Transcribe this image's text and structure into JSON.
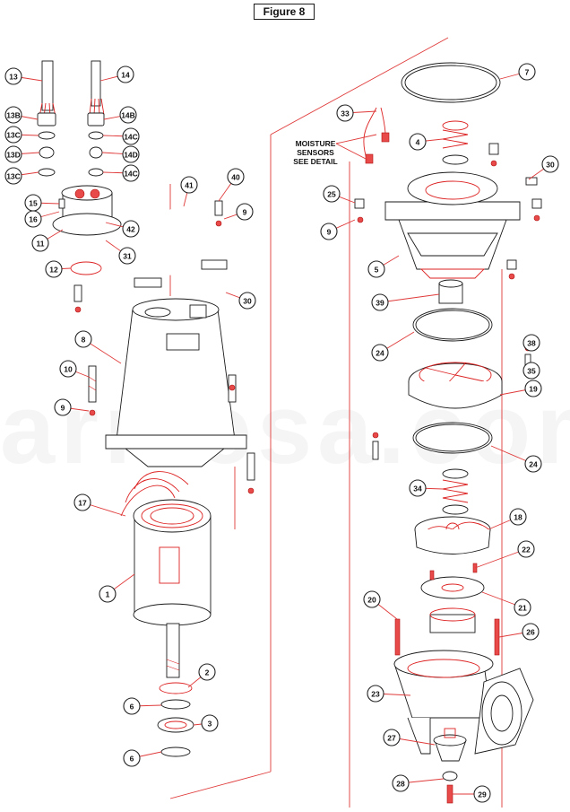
{
  "figure_title": "Figure 8",
  "watermark": "armesa.com",
  "note": [
    "MOISTURE",
    "SENSORS",
    "SEE DETAIL"
  ],
  "callouts": [
    "13",
    "14",
    "13B",
    "14B",
    "13C",
    "14C",
    "13D",
    "14D",
    "13C",
    "14C",
    "15",
    "16",
    "11",
    "12",
    "42",
    "31",
    "41",
    "40",
    "9",
    "30",
    "8",
    "10",
    "9",
    "17",
    "1",
    "2",
    "6",
    "3",
    "6",
    "7",
    "33",
    "4",
    "30",
    "25",
    "9",
    "5",
    "39",
    "24",
    "38",
    "35",
    "19",
    "24",
    "34",
    "18",
    "22",
    "21",
    "20",
    "26",
    "23",
    "27",
    "28",
    "29"
  ],
  "colors": {
    "accent": "#e03a3a",
    "line": "#1a1a1a"
  }
}
